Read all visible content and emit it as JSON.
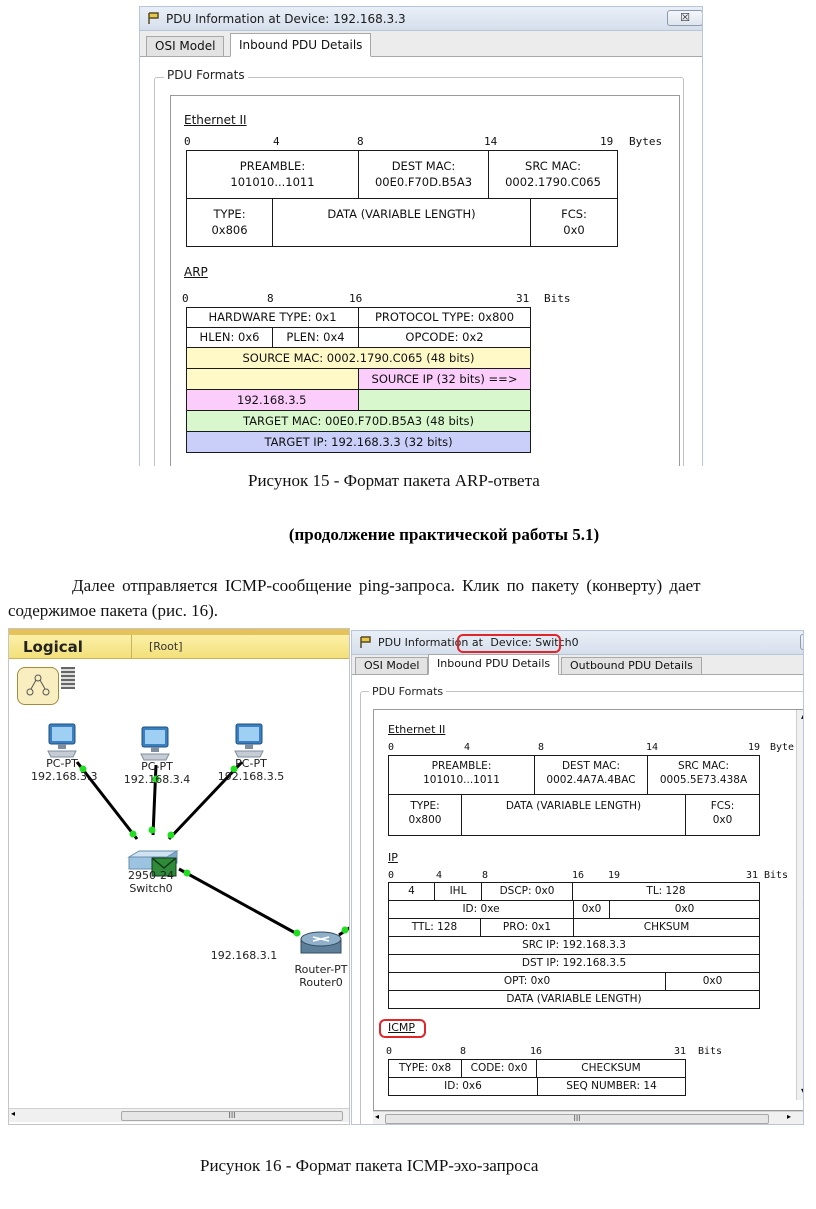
{
  "fig15": {
    "window_title": "PDU Information at Device: 192.168.3.3",
    "close_label": "☒",
    "tabs": [
      "OSI Model",
      "Inbound PDU Details"
    ],
    "group_label": "PDU Formats",
    "ethernet": {
      "title": "Ethernet II",
      "ruler": [
        "0",
        "4",
        "8",
        "14",
        "19",
        "Bytes"
      ],
      "preamble": "PREAMBLE:",
      "preamble_val": "101010...1011",
      "dest_mac": "DEST MAC:",
      "dest_mac_val": "00E0.F70D.B5A3",
      "src_mac": "SRC MAC:",
      "src_mac_val": "0002.1790.C065",
      "type": "TYPE:",
      "type_val": "0x806",
      "data": "DATA (VARIABLE LENGTH)",
      "fcs": "FCS:",
      "fcs_val": "0x0"
    },
    "arp": {
      "title": "ARP",
      "ruler": [
        "0",
        "8",
        "16",
        "31",
        "Bits"
      ],
      "hw_type": "HARDWARE TYPE: 0x1",
      "proto_type": "PROTOCOL TYPE: 0x800",
      "hlen": "HLEN: 0x6",
      "plen": "PLEN: 0x4",
      "opcode": "OPCODE: 0x2",
      "source_mac": "SOURCE MAC: 0002.1790.C065 (48 bits)",
      "source_ip": "SOURCE IP (32 bits) ==>",
      "source_ip_val": "192.168.3.5",
      "target_mac": "TARGET MAC: 00E0.F70D.B5A3 (48 bits)",
      "target_ip": "TARGET IP: 192.168.3.3 (32 bits)"
    },
    "caption": "Рисунок 15 - Формат пакета ARP-ответа"
  },
  "doc": {
    "heading": "(продолжение практической работы 5.1)",
    "para_line1": "Далее отправляется ICMP-сообщение ping-запроса. Клик по пакету (конверту) дает",
    "para_line2": "содержимое пакета (рис. 16)."
  },
  "fig16": {
    "logical": {
      "title": "Logical",
      "root": "[Root]",
      "pcs": [
        {
          "type": "PC-PT",
          "ip": "192.168.3.3"
        },
        {
          "type": "PC-PT",
          "ip": "192.168.3.4"
        },
        {
          "type": "PC-PT",
          "ip": "192.168.3.5"
        }
      ],
      "switch_type": "2950-24",
      "switch_name": "Switch0",
      "router_type": "Router-PT",
      "router_name": "Router0",
      "router_ip": "192.168.3.1",
      "scroll_label": "III"
    },
    "pdu": {
      "window_title_prefix": "PDU Information at",
      "window_title_device": "Device: Switch0",
      "tabs": [
        "OSI Model",
        "Inbound PDU Details",
        "Outbound PDU Details"
      ],
      "group_label": "PDU Formats",
      "ethernet": {
        "title": "Ethernet II",
        "ruler": [
          "0",
          "4",
          "8",
          "14",
          "19",
          "Byte"
        ],
        "preamble": "PREAMBLE:",
        "preamble_val": "101010...1011",
        "dest_mac": "DEST MAC:",
        "dest_mac_val": "0002.4A7A.4BAC",
        "src_mac": "SRC MAC:",
        "src_mac_val": "0005.5E73.438A",
        "type": "TYPE:",
        "type_val": "0x800",
        "data": "DATA (VARIABLE LENGTH)",
        "fcs": "FCS:",
        "fcs_val": "0x0"
      },
      "ip": {
        "title": "IP",
        "ruler": [
          "0",
          "4",
          "8",
          "16",
          "19",
          "31",
          "Bits"
        ],
        "ver": "4",
        "ihl": "IHL",
        "dscp": "DSCP: 0x0",
        "tl": "TL: 128",
        "id": "ID: 0xe",
        "flags": "0x0",
        "frag": "0x0",
        "ttl": "TTL: 128",
        "pro": "PRO: 0x1",
        "chksum": "CHKSUM",
        "src_ip": "SRC IP: 192.168.3.3",
        "dst_ip": "DST IP: 192.168.3.5",
        "opt": "OPT: 0x0",
        "opt_pad": "0x0",
        "data": "DATA (VARIABLE LENGTH)"
      },
      "icmp": {
        "title": "ICMP",
        "ruler": [
          "0",
          "8",
          "16",
          "31",
          "Bits"
        ],
        "type": "TYPE: 0x8",
        "code": "CODE: 0x0",
        "checksum": "CHECKSUM",
        "id": "ID: 0x6",
        "seq": "SEQ NUMBER: 14"
      },
      "scroll_label": "III"
    },
    "caption": "Рисунок 16 -  Формат пакета ICMP-эхо-запроса"
  },
  "colors": {
    "yellow": "#fff9c8",
    "green": "#d9f7cc",
    "pink": "#fbcdfb",
    "blue": "#c9cff8",
    "highlight": "#e0262a",
    "link": "#000000",
    "port": "#22dd22"
  }
}
